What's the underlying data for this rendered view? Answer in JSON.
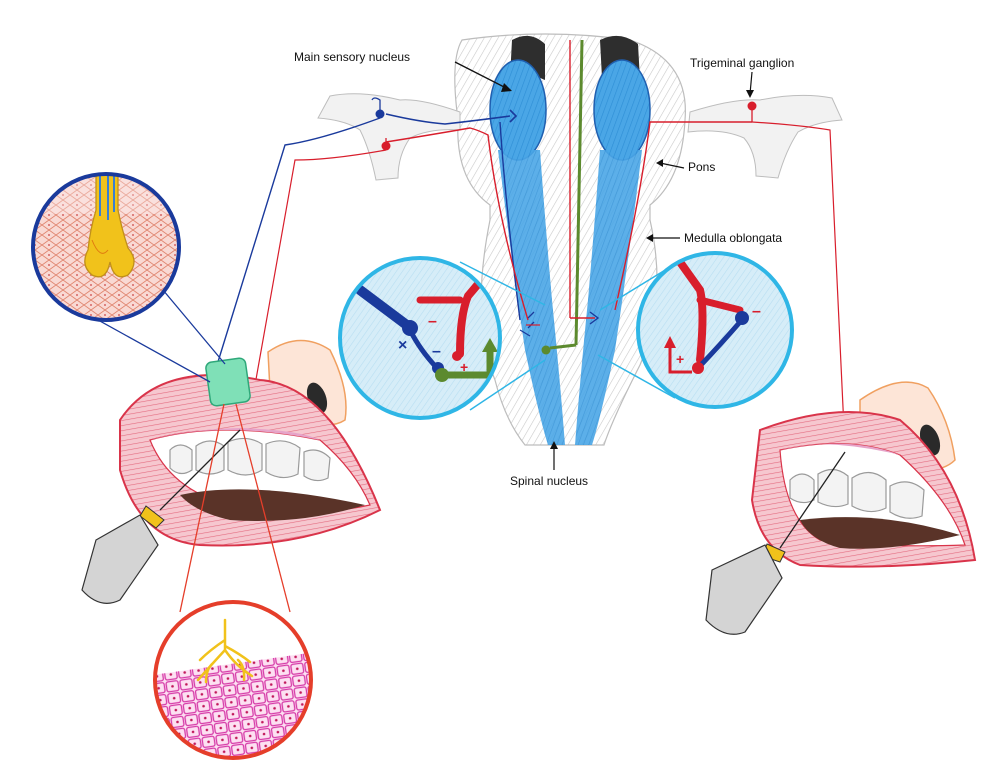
{
  "labels": {
    "main_sensory_nucleus": "Main sensory nucleus",
    "trigeminal_ganglion": "Trigeminal ganglion",
    "pons": "Pons",
    "medulla_oblongata": "Medulla oblongata",
    "spinal_nucleus": "Spinal nucleus"
  },
  "colors": {
    "nucleus_blue": "#3a9be0",
    "pathway_blue": "#1a3a9c",
    "pathway_red": "#d81e2c",
    "pathway_green": "#5c8a2e",
    "magnifier_cyan": "#2fb6e6",
    "lip_red": "#d9344a",
    "follicle_yellow": "#f1c21b"
  },
  "icons": [
    "magnifier-follicle",
    "magnifier-epithelium",
    "magnifier-synapse-left",
    "magnifier-synapse-right",
    "stimulator-probe"
  ]
}
